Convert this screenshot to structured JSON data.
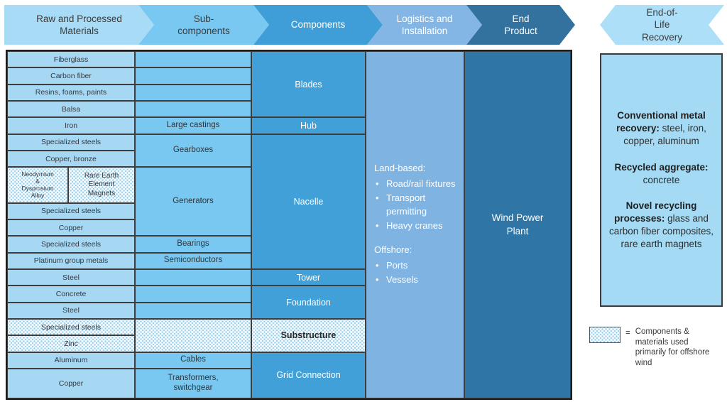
{
  "pipeline": {
    "stages": [
      {
        "label": "Raw and Processed\nMaterials"
      },
      {
        "label": "Sub-\ncomponents"
      },
      {
        "label": "Components"
      },
      {
        "label": "Logistics and\nInstallation"
      },
      {
        "label": "End\nProduct"
      }
    ],
    "eol_stage": {
      "label": "End-of-\nLife\nRecovery"
    }
  },
  "materials": [
    "Fiberglass",
    "Carbon fiber",
    "Resins, foams, paints",
    "Balsa",
    "Iron",
    "Specialized steels",
    "Copper, bronze",
    "Neodymium\n&\nDysprosium\nAlloy",
    "Rare Earth\nElement\nMagnets",
    "Specialized steels",
    "Copper",
    "Specialized steels",
    "Platinum group metals",
    "Steel",
    "Concrete",
    "Steel",
    "Specialized steels",
    "Zinc",
    "Aluminum",
    "Copper"
  ],
  "subcomponents": {
    "large_castings": "Large castings",
    "gearboxes": "Gearboxes",
    "generators": "Generators",
    "bearings": "Bearings",
    "semiconductors": "Semiconductors",
    "cables": "Cables",
    "transformers": "Transformers,\nswitchgear"
  },
  "components": {
    "blades": "Blades",
    "hub": "Hub",
    "nacelle": "Nacelle",
    "tower": "Tower",
    "foundation": "Foundation",
    "substructure": "Substructure",
    "grid_connection": "Grid Connection"
  },
  "logistics": {
    "land_heading": "Land-based:",
    "land_items": [
      "Road/rail fixtures",
      "Transport permitting",
      "Heavy cranes"
    ],
    "offshore_heading": "Offshore:",
    "offshore_items": [
      "Ports",
      "Vessels"
    ]
  },
  "end_product": {
    "label": "Wind Power\nPlant"
  },
  "recovery": {
    "sections": [
      {
        "bold": "Conventional metal recovery:",
        "normal": " steel, iron, copper, aluminum"
      },
      {
        "bold": "Recycled aggregate:",
        "normal": " concrete"
      },
      {
        "bold": "Novel recycling processes:",
        "normal": " glass and carbon fiber composites, rare earth magnets"
      }
    ]
  },
  "legend": {
    "equals": "=",
    "text": "Components & materials used primarily for offshore wind"
  },
  "colors": {
    "light_blue": "#a6d8f4",
    "mid_light_blue": "#79c8f1",
    "medium_blue": "#42a0d8",
    "soft_blue": "#7fb3e2",
    "dark_blue": "#2f75a5",
    "eol_light_blue": "#ade0f8",
    "hatch_dot_blue": "#9fd2ec",
    "border_dark": "#3d3d3d"
  }
}
